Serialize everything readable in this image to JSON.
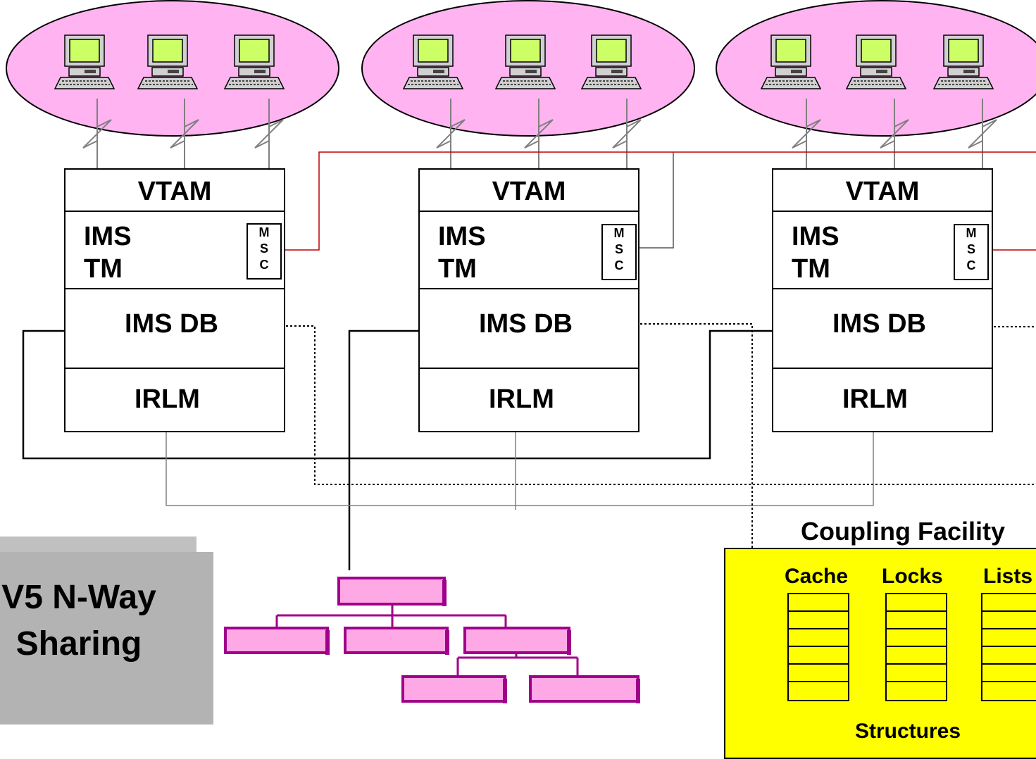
{
  "systems": [
    {
      "vtam": "VTAM",
      "ims_line1": "IMS",
      "ims_line2": "TM",
      "msc": [
        "M",
        "S",
        "C"
      ],
      "imsdb": "IMS DB",
      "irlm": "IRLM"
    },
    {
      "vtam": "VTAM",
      "ims_line1": "IMS",
      "ims_line2": "TM",
      "msc": [
        "M",
        "S",
        "C"
      ],
      "imsdb": "IMS DB",
      "irlm": "IRLM"
    },
    {
      "vtam": "VTAM",
      "ims_line1": "IMS",
      "ims_line2": "TM",
      "msc": [
        "M",
        "S",
        "C"
      ],
      "imsdb": "IMS DB",
      "irlm": "IRLM"
    }
  ],
  "title": {
    "line1": "V5 N-Way",
    "line2": "Sharing"
  },
  "coupling_facility": {
    "label": "Coupling Facility",
    "columns": [
      "Cache",
      "Locks",
      "Lists"
    ],
    "footer": "Structures"
  },
  "colors": {
    "terminal_group_fill": "#ffb3f0",
    "coupling_facility_fill": "#ffff00",
    "database_segment_fill": "#ffa8e6",
    "database_segment_border": "#a0008a",
    "msc_link": "#c00000",
    "title_box": "#b3b3b3"
  },
  "icons": [
    "terminal-icon",
    "database-hierarchy-icon"
  ]
}
